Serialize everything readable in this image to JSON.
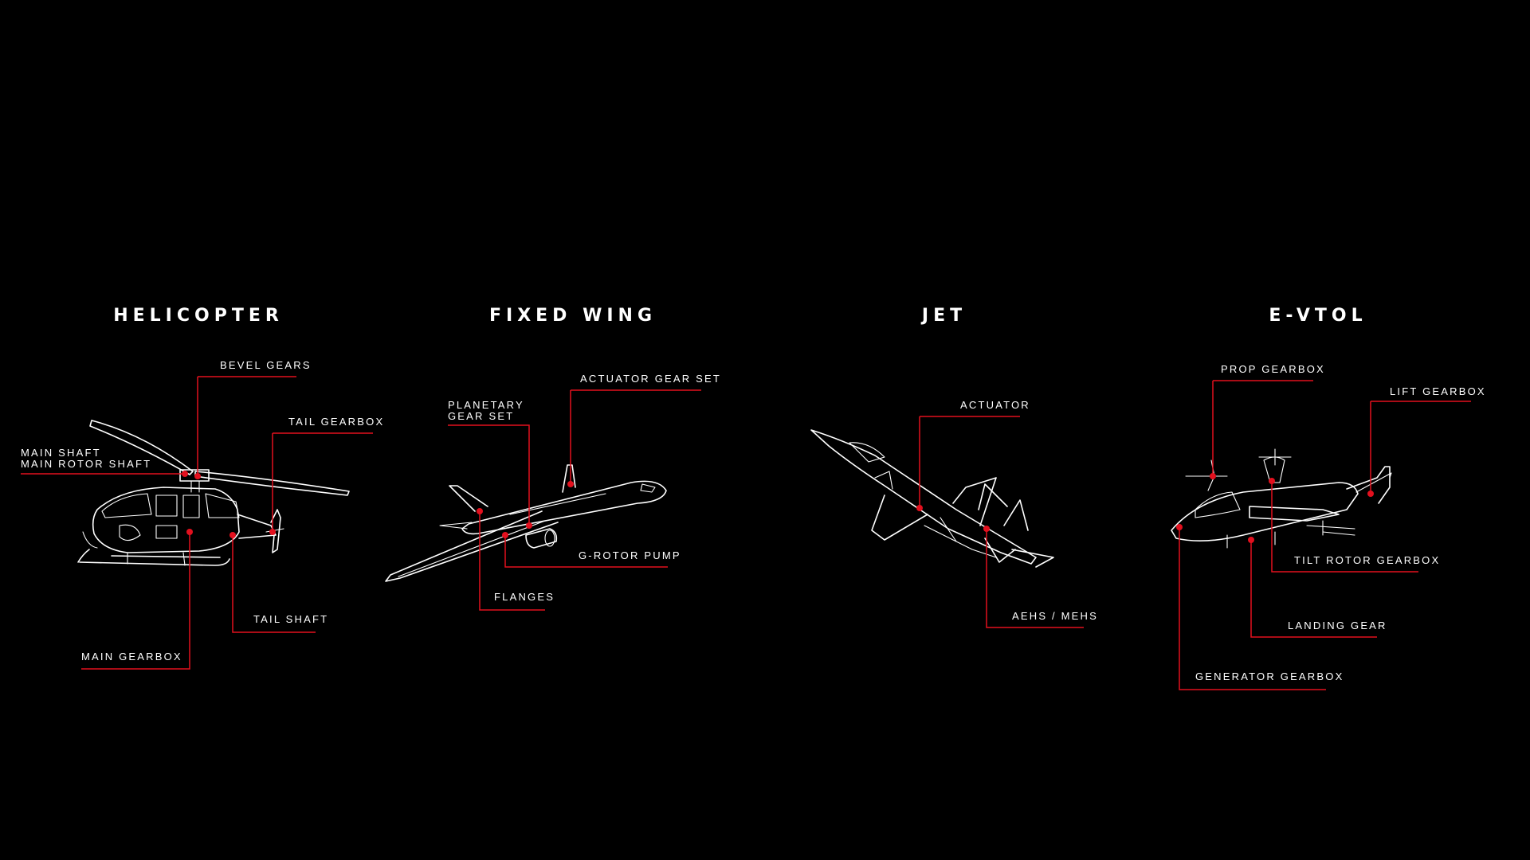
{
  "colors": {
    "background": "#000000",
    "foreground": "#ffffff",
    "accent": "#e3101e"
  },
  "panels": {
    "helicopter": {
      "title": "HELICOPTER",
      "callouts": {
        "bevel_gears": "BEVEL GEARS",
        "tail_gearbox": "TAIL GEARBOX",
        "main_shaft": "MAIN SHAFT\nMAIN ROTOR SHAFT",
        "tail_shaft": "TAIL SHAFT",
        "main_gearbox": "MAIN GEARBOX"
      }
    },
    "fixed_wing": {
      "title": "FIXED WING",
      "callouts": {
        "actuator_gear_set": "ACTUATOR GEAR SET",
        "planetary_gear_set": "PLANETARY\nGEAR SET",
        "g_rotor_pump": "G-ROTOR PUMP",
        "flanges": "FLANGES"
      }
    },
    "jet": {
      "title": "JET",
      "callouts": {
        "actuator": "ACTUATOR",
        "aehs_mehs": "AEHS / MEHS"
      }
    },
    "evtol": {
      "title": "E-VTOL",
      "callouts": {
        "prop_gearbox": "PROP GEARBOX",
        "lift_gearbox": "LIFT GEARBOX",
        "tilt_rotor_gearbox": "TILT ROTOR GEARBOX",
        "landing_gear": "LANDING GEAR",
        "generator_gearbox": "GENERATOR GEARBOX"
      }
    }
  }
}
